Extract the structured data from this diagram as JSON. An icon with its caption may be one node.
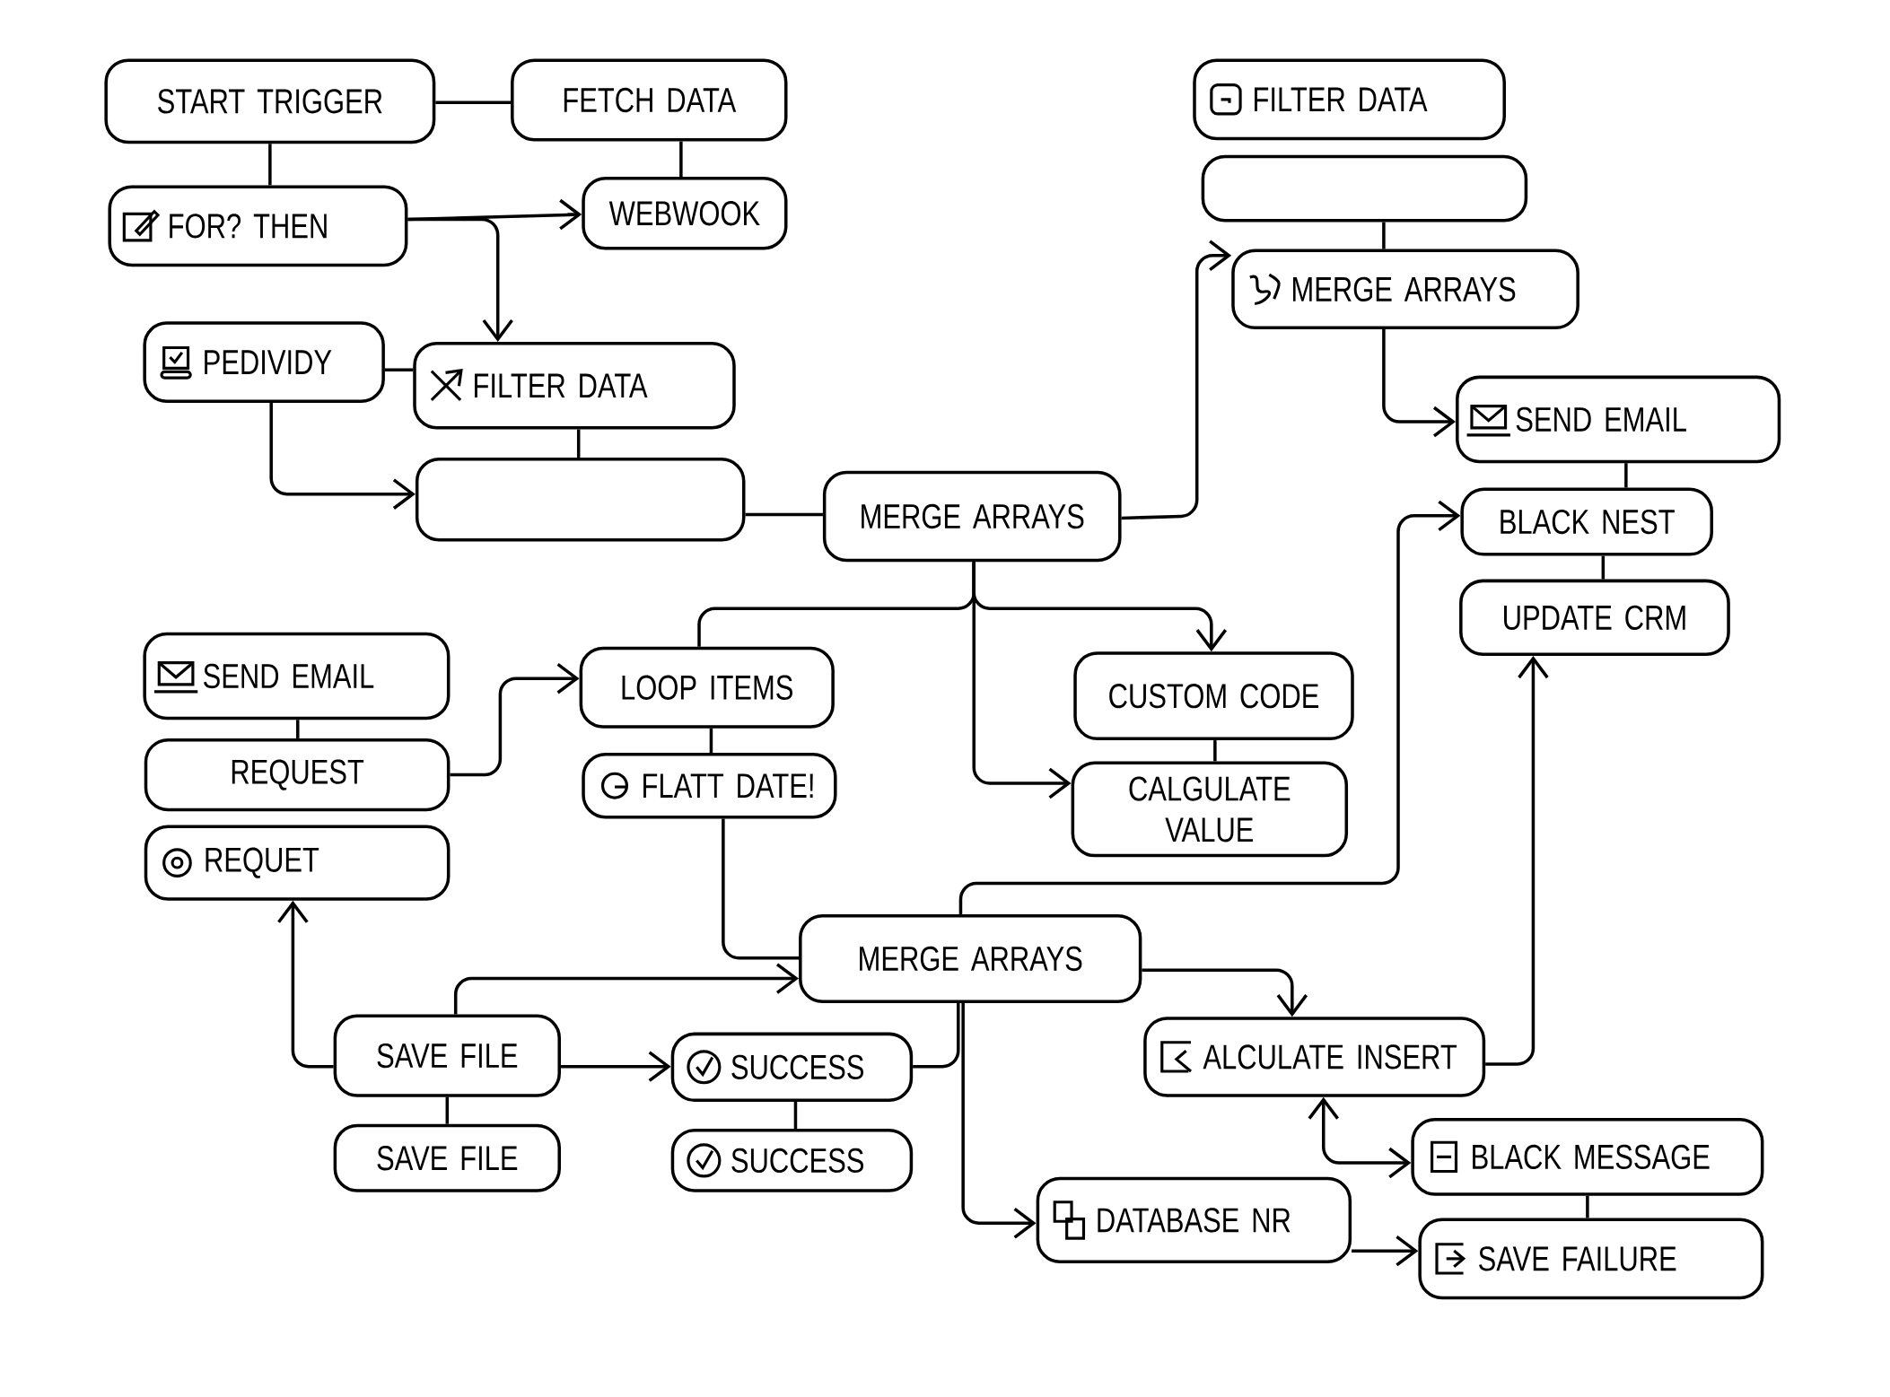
{
  "diagram": {
    "nodes": [
      {
        "text": [
          "START TRIGGER"
        ]
      },
      {
        "text": [
          "FETCH DATA"
        ]
      },
      {
        "text": [
          "FOR? THEN"
        ]
      },
      {
        "text": [
          "WEBWOOK"
        ]
      },
      {
        "text": [
          "PEDIVIDY"
        ]
      },
      {
        "text": [
          "FILTER DATA"
        ]
      },
      {
        "text": [],
        "shape": "box"
      },
      {
        "text": [
          "MERGE ARRAYS"
        ]
      },
      {
        "text": [
          "FILTER DATA"
        ]
      },
      {
        "text": [],
        "shape": "box"
      },
      {
        "text": [
          "MERGE ARRAYS"
        ]
      },
      {
        "text": [
          "SEND EMAIL"
        ]
      },
      {
        "text": [
          "BLACK NEST"
        ]
      },
      {
        "text": [
          "UPDATE CRM"
        ]
      },
      {
        "text": [
          "SEND EMAIL"
        ]
      },
      {
        "text": [
          "REQUEST"
        ]
      },
      {
        "text": [
          "REQUET"
        ]
      },
      {
        "text": [
          "LOOP ITEMS"
        ]
      },
      {
        "text": [
          "FLATT DATE!"
        ]
      },
      {
        "text": [
          "CUSTOM CODE"
        ]
      },
      {
        "text": [
          "CALGULATE VALUE"
        ]
      },
      {
        "text": [
          "MERGE ARRAYS"
        ]
      },
      {
        "text": [
          "SAVE FILE"
        ]
      },
      {
        "text": [
          "SUCCESS"
        ]
      },
      {
        "text": [
          "SAVE FILE"
        ]
      },
      {
        "text": [
          "SUCCESS"
        ]
      },
      {
        "text": [
          "ALCULATE INSERT"
        ]
      },
      {
        "text": [
          "BLACK MESSAGE"
        ]
      },
      {
        "text": [
          "DATABASE NR"
        ]
      },
      {
        "text": [
          "SAVE FAILURE"
        ]
      }
    ],
    "edges": [
      {
        "from": 0,
        "to": 1,
        "arrow": "none"
      },
      {
        "from": 0,
        "to": 2,
        "arrow": "none"
      },
      {
        "from": 1,
        "to": 3,
        "arrow": "none"
      },
      {
        "from": 2,
        "to": 3,
        "arrow": "to"
      },
      {
        "from": 2,
        "to": 5,
        "arrow": "to"
      },
      {
        "from": 4,
        "to": 5,
        "arrow": "none"
      },
      {
        "from": 4,
        "to": 6,
        "arrow": "to"
      },
      {
        "from": 5,
        "to": 6,
        "arrow": "none"
      },
      {
        "from": 6,
        "to": 7,
        "arrow": "none"
      },
      {
        "from": 7,
        "to": 10,
        "arrow": "to"
      },
      {
        "from": 9,
        "to": 10,
        "arrow": "none"
      },
      {
        "from": 10,
        "to": 11,
        "arrow": "to"
      },
      {
        "from": 11,
        "to": 12,
        "arrow": "none"
      },
      {
        "from": 12,
        "to": 13,
        "arrow": "none"
      },
      {
        "from": 7,
        "to": 17,
        "arrow": "none"
      },
      {
        "from": 7,
        "to": 19,
        "arrow": "to"
      },
      {
        "from": 7,
        "to": 20,
        "arrow": "to"
      },
      {
        "from": 19,
        "to": 20,
        "arrow": "none"
      },
      {
        "from": 14,
        "to": 15,
        "arrow": "none"
      },
      {
        "from": 15,
        "to": 17,
        "arrow": "to"
      },
      {
        "from": 17,
        "to": 18,
        "arrow": "none"
      },
      {
        "from": 18,
        "to": 21,
        "arrow": "none"
      },
      {
        "from": 21,
        "to": 12,
        "arrow": "to"
      },
      {
        "from": 21,
        "to": 26,
        "arrow": "to"
      },
      {
        "from": 23,
        "to": 21,
        "arrow": "none"
      },
      {
        "from": 21,
        "to": 28,
        "arrow": "to"
      },
      {
        "from": 22,
        "to": 21,
        "arrow": "to"
      },
      {
        "from": 22,
        "to": 16,
        "arrow": "to"
      },
      {
        "from": 22,
        "to": 23,
        "arrow": "to"
      },
      {
        "from": 22,
        "to": 24,
        "arrow": "none"
      },
      {
        "from": 23,
        "to": 25,
        "arrow": "none"
      },
      {
        "from": 26,
        "to": 13,
        "arrow": "to"
      },
      {
        "from": 26,
        "to": 27,
        "arrow": "both"
      },
      {
        "from": 27,
        "to": 29,
        "arrow": "none"
      },
      {
        "from": 28,
        "to": 29,
        "arrow": "to"
      }
    ]
  }
}
